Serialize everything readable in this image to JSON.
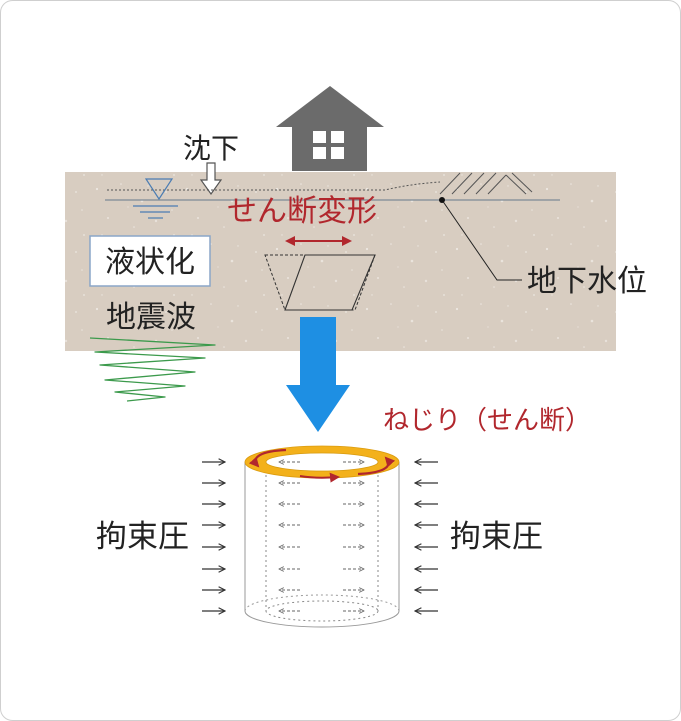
{
  "labels": {
    "settlement": "沈下",
    "shear_deformation": "せん断変形",
    "liquefaction": "液状化",
    "seismic_wave": "地震波",
    "groundwater_level": "地下水位",
    "torsion_shear": "ねじり（せん断）",
    "confining_pressure_left": "拘束圧",
    "confining_pressure_right": "拘束圧"
  },
  "icons": {
    "house": "house-icon",
    "settlement_arrow": "down-arrow-icon",
    "water_level": "water-level-icon",
    "transition_arrow": "down-arrow-icon"
  },
  "colors": {
    "ground": "#d8cdc1",
    "accent_red": "#b1272d",
    "arrow_blue": "#1e8fe3",
    "ring_orange": "#f3b11b",
    "wave_green": "#3c9a4c",
    "house_gray": "#6b6b6b",
    "water_blue": "#4b7db3"
  }
}
